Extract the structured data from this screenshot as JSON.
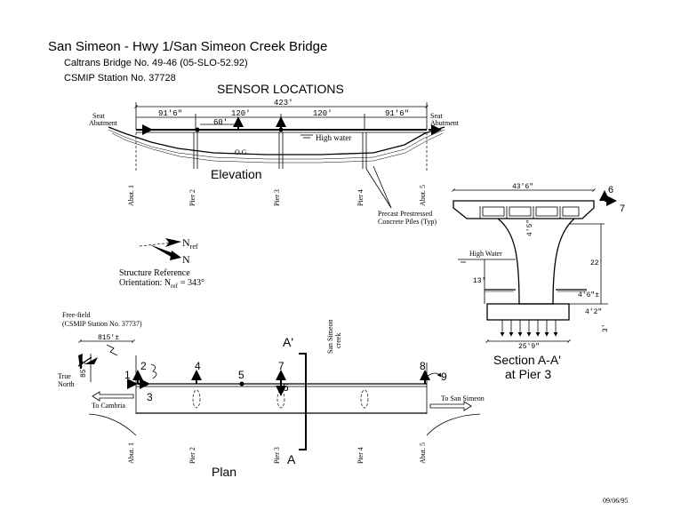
{
  "header": {
    "title": "San Simeon - Hwy 1/San Simeon Creek Bridge",
    "bridge_no": "Caltrans Bridge No. 49-46 (05-SLO-52.92)",
    "station": "CSMIP Station No. 37728",
    "subtitle": "SENSOR LOCATIONS"
  },
  "elevation": {
    "label": "Elevation",
    "total_span": "423'",
    "spans": [
      "91'6\"",
      "120'",
      "120'",
      "91'6\""
    ],
    "sub_span": "60'",
    "high_water": "High water",
    "og": "O.G.",
    "seat_left_1": "Seat",
    "seat_left_2": "Abutment",
    "seat_right_1": "Seat",
    "seat_right_2": "Abutment",
    "supports": [
      "Abut. 1",
      "Pier 2",
      "Pier 3",
      "Pier 4",
      "Abut. 5"
    ],
    "piles_1": "Precast Prestressed",
    "piles_2": "Concrete Piles (Typ)"
  },
  "reference": {
    "n_ref": "N",
    "n_ref_sub": "ref",
    "n": "N",
    "caption_1": "Structure Reference",
    "caption_2_pre": "Orientation: N",
    "caption_2_sub": "ref",
    "caption_2_post": "= 343°"
  },
  "section": {
    "top_width": "43'6\"",
    "depth": "4'5\"",
    "high_water": "High Water",
    "height": "22'",
    "water_depth": "13'",
    "footing_offset": "4'6\"±",
    "footing_depth": "4'2\"",
    "small_dim": "3'",
    "footing_width": "25'9\"",
    "title": "Section A-A'",
    "subtitle": "at Pier 3",
    "ch6": "6",
    "ch7": "7"
  },
  "plan": {
    "label": "Plan",
    "free_field_1": "Free-field",
    "free_field_2": "(CSMIP Station No. 37737)",
    "dist_1": "815'±",
    "dist_2": "85'±",
    "true_north_1": "True",
    "true_north_2": "North",
    "to_cambria": "To Cambria",
    "to_san_simeon": "To San Simeon",
    "creek_1": "San Simeon",
    "creek_2": "creek",
    "section_a_top": "A'",
    "section_a_bottom": "A",
    "supports": [
      "Abut. 1",
      "Pier 2",
      "Pier 3",
      "Pier 4",
      "Abut. 5"
    ],
    "channels": [
      "1",
      "2",
      "3",
      "4",
      "5",
      "6",
      "7",
      "8",
      "9"
    ]
  },
  "date": "09/06/95"
}
